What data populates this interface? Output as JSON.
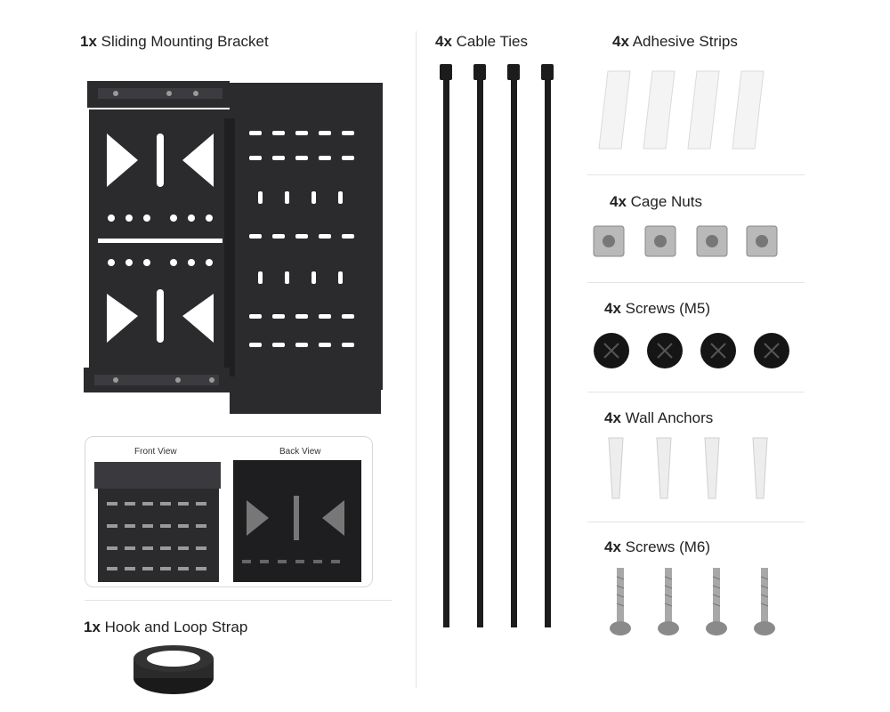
{
  "items": {
    "bracket": {
      "qty": "1x",
      "name": "Sliding Mounting Bracket"
    },
    "strap": {
      "qty": "1x",
      "name": "Hook and Loop Strap"
    },
    "cable_ties": {
      "qty": "4x",
      "name": "Cable Ties"
    },
    "adhesive": {
      "qty": "4x",
      "name": "Adhesive Strips"
    },
    "cage_nuts": {
      "qty": "4x",
      "name": "Cage Nuts"
    },
    "screws_m5": {
      "qty": "4x",
      "name": "Screws (M5)"
    },
    "anchors": {
      "qty": "4x",
      "name": "Wall Anchors"
    },
    "screws_m6": {
      "qty": "4x",
      "name": "Screws (M6)"
    }
  },
  "inset": {
    "front": "Front View",
    "back": "Back View"
  },
  "colors": {
    "bracket": "#2b2b2e",
    "tie": "#1c1c1c",
    "nut": "#b9b9b9",
    "anchor": "#ededed",
    "text": "#222222"
  }
}
